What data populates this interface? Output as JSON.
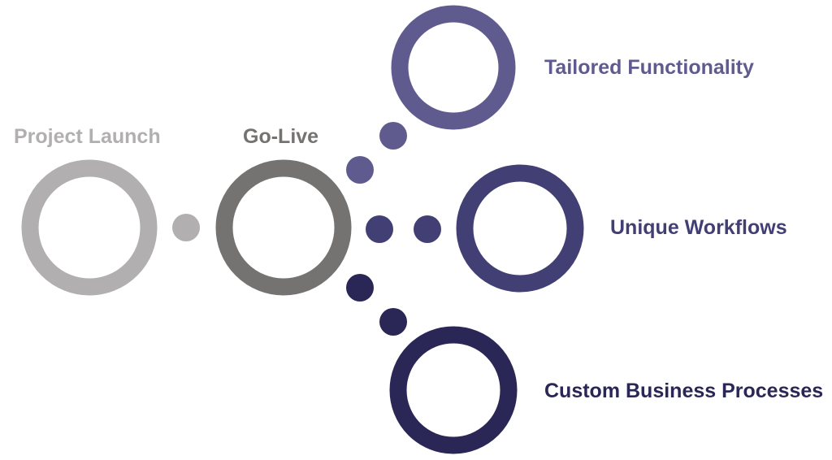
{
  "stages": [
    {
      "id": "launch",
      "label": "Project Launch",
      "color": "#b1afaf"
    },
    {
      "id": "golive",
      "label": "Go-Live",
      "color": "#757372"
    },
    {
      "id": "tailored",
      "label": "Tailored Functionality",
      "color": "#5f5b8e"
    },
    {
      "id": "unique",
      "label": "Unique Workflows",
      "color": "#423f74"
    },
    {
      "id": "custom",
      "label": "Custom Business Processes",
      "color": "#2a2757"
    }
  ],
  "connector_colors": {
    "launch_to_golive": "#b1afaf",
    "to_tailored": "#5f5b8e",
    "to_unique": "#423f74",
    "to_custom": "#2a2757"
  }
}
